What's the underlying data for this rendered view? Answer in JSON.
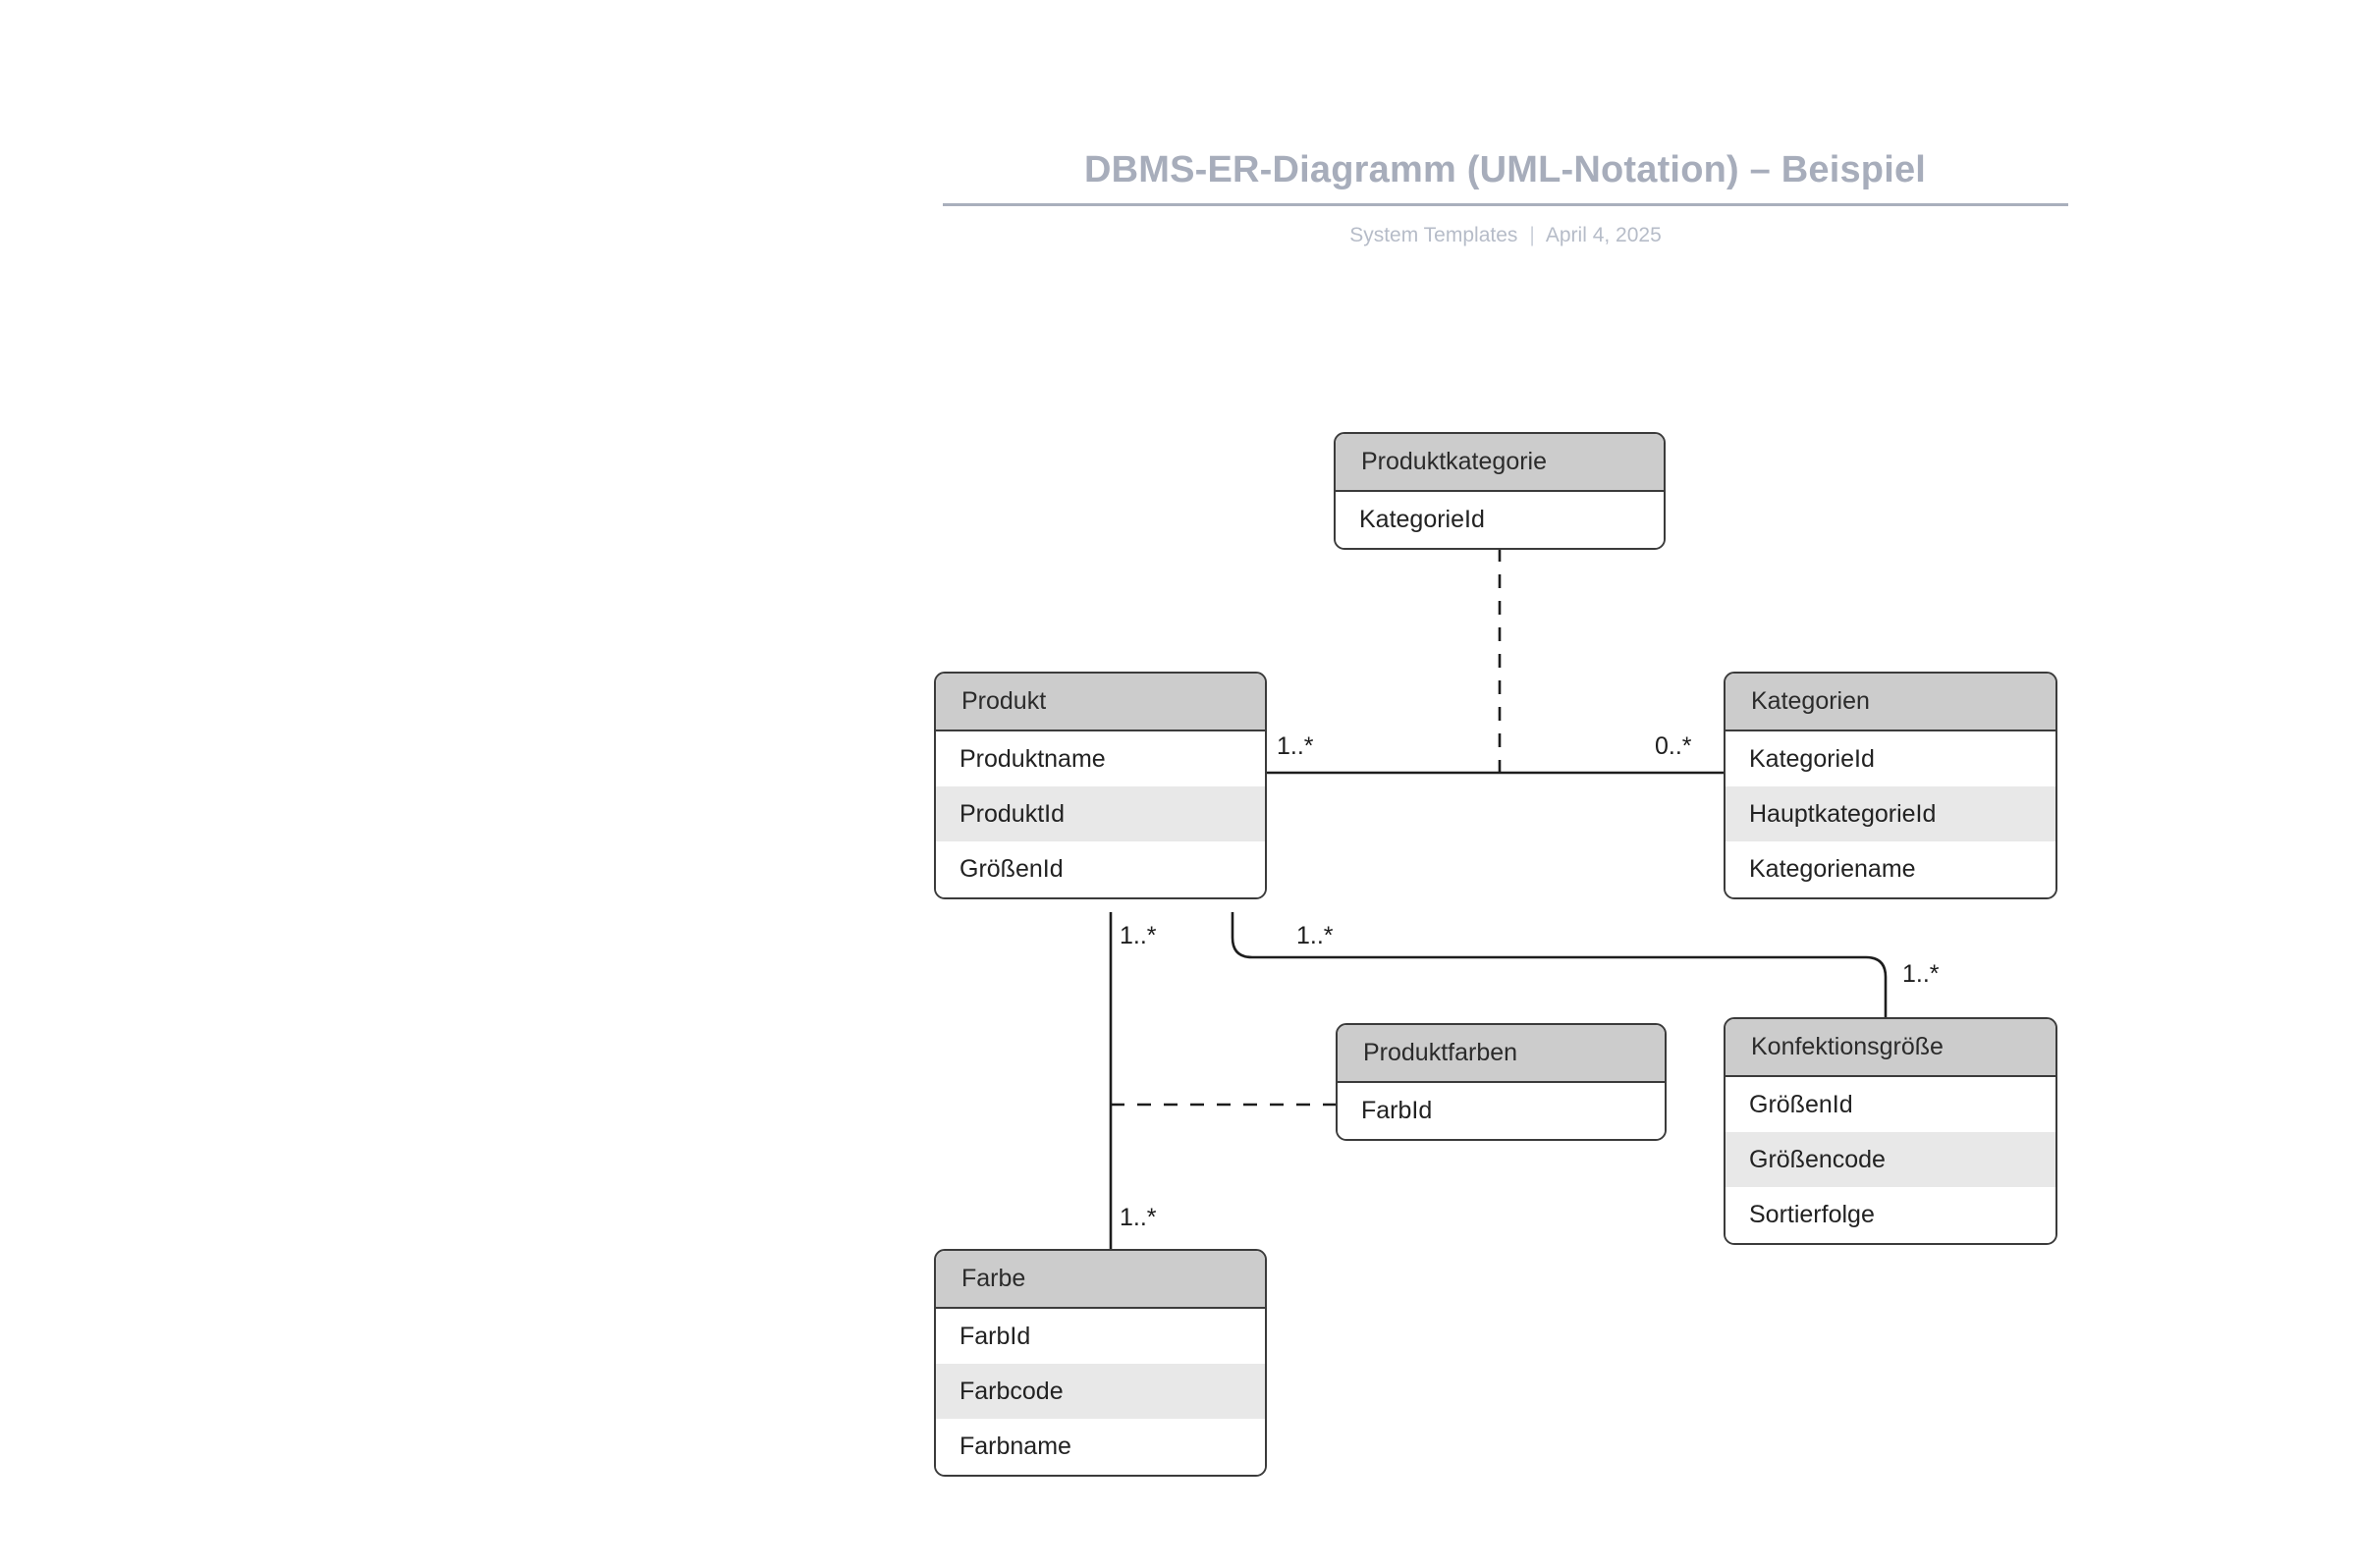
{
  "header": {
    "title": "DBMS-ER-Diagramm (UML-Notation) – Beispiel",
    "source": "System Templates",
    "separator": "|",
    "date": "April 4, 2025",
    "title_color": "#a7adbb",
    "subtitle_color": "#b6bcc8",
    "rule_color": "#a9afbc"
  },
  "diagram": {
    "type": "uml-class-er-diagram",
    "notation": "UML",
    "colors": {
      "entity_header_fill": "#cccccc",
      "entity_row_fill": "#ffffff",
      "entity_row_alt_fill": "#e8e8e8",
      "entity_border": "#3b3b3b",
      "connector": "#1d1d1d",
      "canvas": "#ffffff"
    },
    "entities": [
      {
        "id": "produktkategorie",
        "name": "Produktkategorie",
        "attributes": [
          {
            "label": "KategorieId",
            "shaded": false
          }
        ]
      },
      {
        "id": "produkt",
        "name": "Produkt",
        "attributes": [
          {
            "label": "Produktname",
            "shaded": false
          },
          {
            "label": "ProduktId",
            "shaded": true
          },
          {
            "label": "GrößenId",
            "shaded": false
          }
        ]
      },
      {
        "id": "kategorien",
        "name": "Kategorien",
        "attributes": [
          {
            "label": "KategorieId",
            "shaded": false
          },
          {
            "label": "HauptkategorieId",
            "shaded": true
          },
          {
            "label": "Kategoriename",
            "shaded": false
          }
        ]
      },
      {
        "id": "produktfarben",
        "name": "Produktfarben",
        "attributes": [
          {
            "label": "FarbId",
            "shaded": false
          }
        ]
      },
      {
        "id": "konfektionsgroesse",
        "name": "Konfektionsgröße",
        "attributes": [
          {
            "label": "GrößenId",
            "shaded": false
          },
          {
            "label": "Größencode",
            "shaded": true
          },
          {
            "label": "Sortierfolge",
            "shaded": false
          }
        ]
      },
      {
        "id": "farbe",
        "name": "Farbe",
        "attributes": [
          {
            "label": "FarbId",
            "shaded": false
          },
          {
            "label": "Farbcode",
            "shaded": true
          },
          {
            "label": "Farbname",
            "shaded": false
          }
        ]
      }
    ],
    "relationships": [
      {
        "id": "produkt-kategorien",
        "from": "produkt",
        "to": "kategorien",
        "style": "solid",
        "source_multiplicity": "1..*",
        "target_multiplicity": "0..*"
      },
      {
        "id": "produktkategorie-association-class",
        "from": "produktkategorie",
        "to": "produkt-kategorien",
        "style": "dashed",
        "source_multiplicity": "",
        "target_multiplicity": ""
      },
      {
        "id": "produkt-farbe",
        "from": "produkt",
        "to": "farbe",
        "style": "solid",
        "source_multiplicity": "1..*",
        "target_multiplicity": "1..*"
      },
      {
        "id": "produktfarben-association-class",
        "from": "produktfarben",
        "to": "produkt-farbe",
        "style": "dashed",
        "source_multiplicity": "",
        "target_multiplicity": ""
      },
      {
        "id": "produkt-konfektionsgroesse",
        "from": "produkt",
        "to": "konfektionsgroesse",
        "style": "solid",
        "source_multiplicity": "1..*",
        "target_multiplicity": "1..*"
      }
    ],
    "multiplicity_labels": [
      {
        "id": "produkt-to-kategorien",
        "text": "1..*"
      },
      {
        "id": "kategorien-to-produkt",
        "text": "0..*"
      },
      {
        "id": "produkt-to-farbe",
        "text": "1..*"
      },
      {
        "id": "produkt-to-konfektionsgroesse",
        "text": "1..*"
      },
      {
        "id": "konfektionsgroesse-to-produkt",
        "text": "1..*"
      },
      {
        "id": "farbe-to-produkt",
        "text": "1..*"
      }
    ]
  }
}
